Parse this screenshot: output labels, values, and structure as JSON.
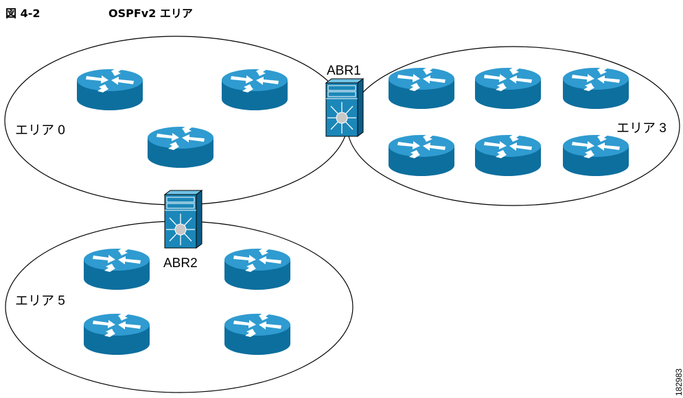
{
  "figure": {
    "number": "図 4-2",
    "title": "OSPFv2 エリア",
    "id_code": "182983"
  },
  "areas": [
    {
      "key": "area0",
      "label": "エリア 0"
    },
    {
      "key": "area3",
      "label": "エリア 3"
    },
    {
      "key": "area5",
      "label": "エリア 5"
    }
  ],
  "abrs": [
    {
      "key": "abr1",
      "label": "ABR1"
    },
    {
      "key": "abr2",
      "label": "ABR2"
    }
  ],
  "colors": {
    "router_top": "#2f9bd0",
    "router_side": "#0d6f9e",
    "switch_face": "#1b87b9",
    "outline": "#000000"
  }
}
